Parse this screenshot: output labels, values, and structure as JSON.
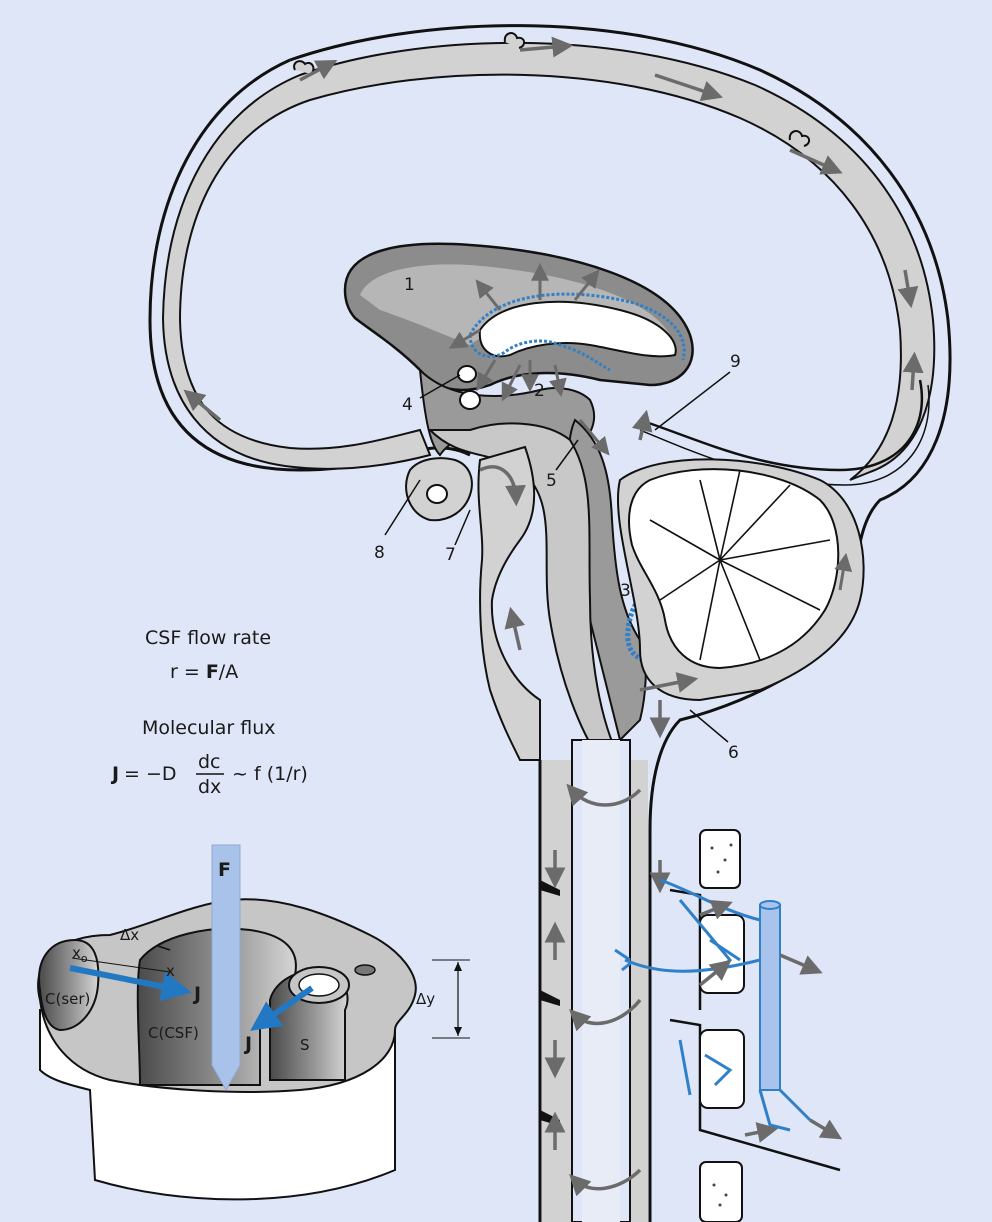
{
  "labels": {
    "n1": "1",
    "n2": "2",
    "n3": "3",
    "n4": "4",
    "n5": "5",
    "n6": "6",
    "n7": "7",
    "n8": "8",
    "n9": "9"
  },
  "equations": {
    "flow_title": "CSF flow rate",
    "flow_r": "r = ",
    "flow_F": "F",
    "flow_rest": "/A",
    "flux_title": "Molecular flux",
    "flux_J": "J",
    "flux_eq": " = −D",
    "flux_num": "dc",
    "flux_den": "dx",
    "flux_tail": "~ f (1/r)"
  },
  "inset": {
    "F": "F",
    "J_left": "J",
    "J_right": "J",
    "dx": "Δx",
    "x0": "x",
    "x0_sub": "o",
    "x": "x",
    "dy": "Δy",
    "c_ser": "C(ser)",
    "c_csf": "C(CSF)",
    "s": "S"
  },
  "colors": {
    "background": "#dfe6f7",
    "csf": "#d2d2d2",
    "outline": "#111111",
    "arrow": "#6b6b6b",
    "plexus": "#2f80c8",
    "vein": "#a8c4ec",
    "flux_arrow": "#2278c2",
    "f_bar": "#a9c2ea"
  }
}
